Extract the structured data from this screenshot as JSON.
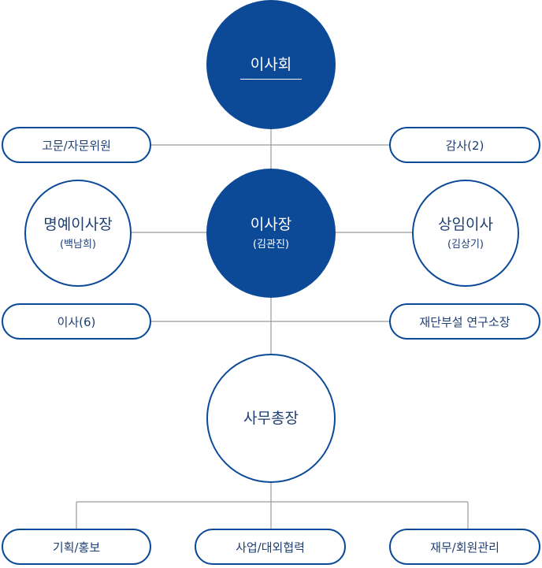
{
  "board": {
    "title": "이사회"
  },
  "chairman": {
    "title": "이사장",
    "name": "(김관진)"
  },
  "honorary_chairman": {
    "title": "명예이사장",
    "name": "(백남희)"
  },
  "standing_director": {
    "title": "상임이사",
    "name": "(김상기)"
  },
  "secretary_general": {
    "title": "사무총장"
  },
  "advisory_committee": {
    "label": "고문/자문위원"
  },
  "auditor": {
    "label": "감사(2)"
  },
  "directors": {
    "label": "이사(6)"
  },
  "research_institute": {
    "label": "재단부설 연구소장"
  },
  "departments": [
    {
      "label": "기획/홍보"
    },
    {
      "label": "사업/대외협력"
    },
    {
      "label": "재무/회원관리"
    }
  ],
  "colors": {
    "primary": "#0c4a97",
    "line": "#9a9a9a",
    "text": "#1f3f73"
  }
}
